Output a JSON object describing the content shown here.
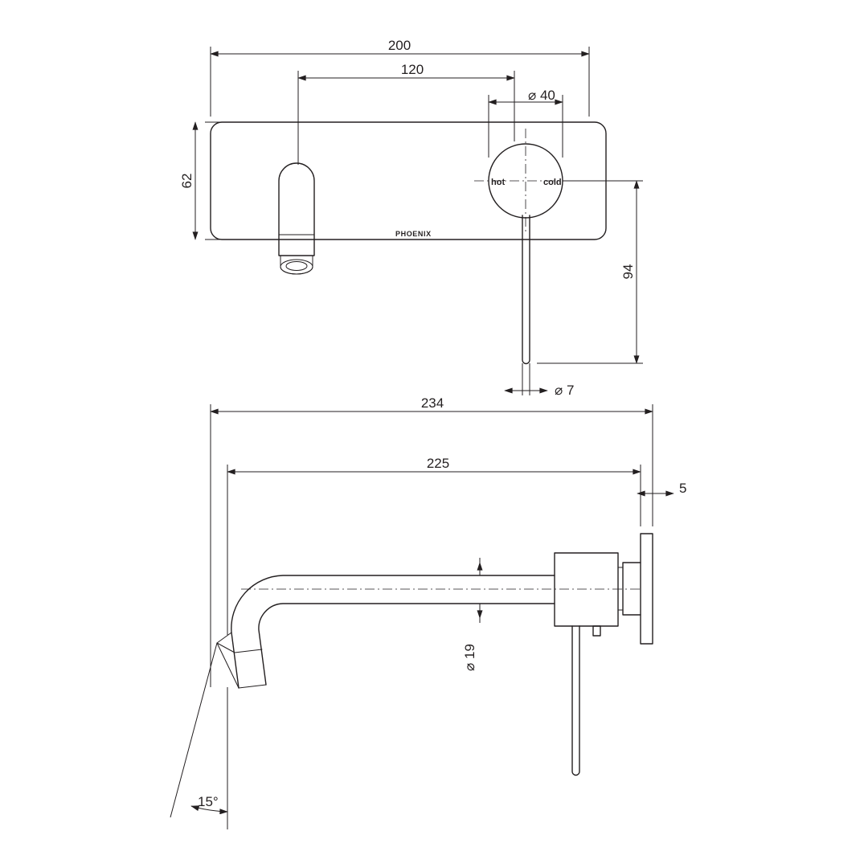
{
  "document": {
    "type": "technical-drawing",
    "subject": "Wall mounted basin mixer - Phoenix",
    "units": "mm"
  },
  "brand": {
    "label": "PHOENIX"
  },
  "front_view": {
    "name": "front-elevation",
    "labels": {
      "plate_width": "200",
      "spout_to_handle": "120",
      "handle_diameter": "⌀ 40",
      "plate_height": "62",
      "lever_length": "94",
      "lever_diameter": "⌀ 7",
      "hot": "hot",
      "cold": "cold"
    }
  },
  "side_view": {
    "name": "side-elevation",
    "labels": {
      "overall_projection": "234",
      "spout_projection": "225",
      "plate_depth": "5",
      "spout_diameter": "⌀ 19",
      "spout_angle": "15°"
    }
  },
  "colors": {
    "line": "#231f20",
    "background": "#ffffff"
  }
}
